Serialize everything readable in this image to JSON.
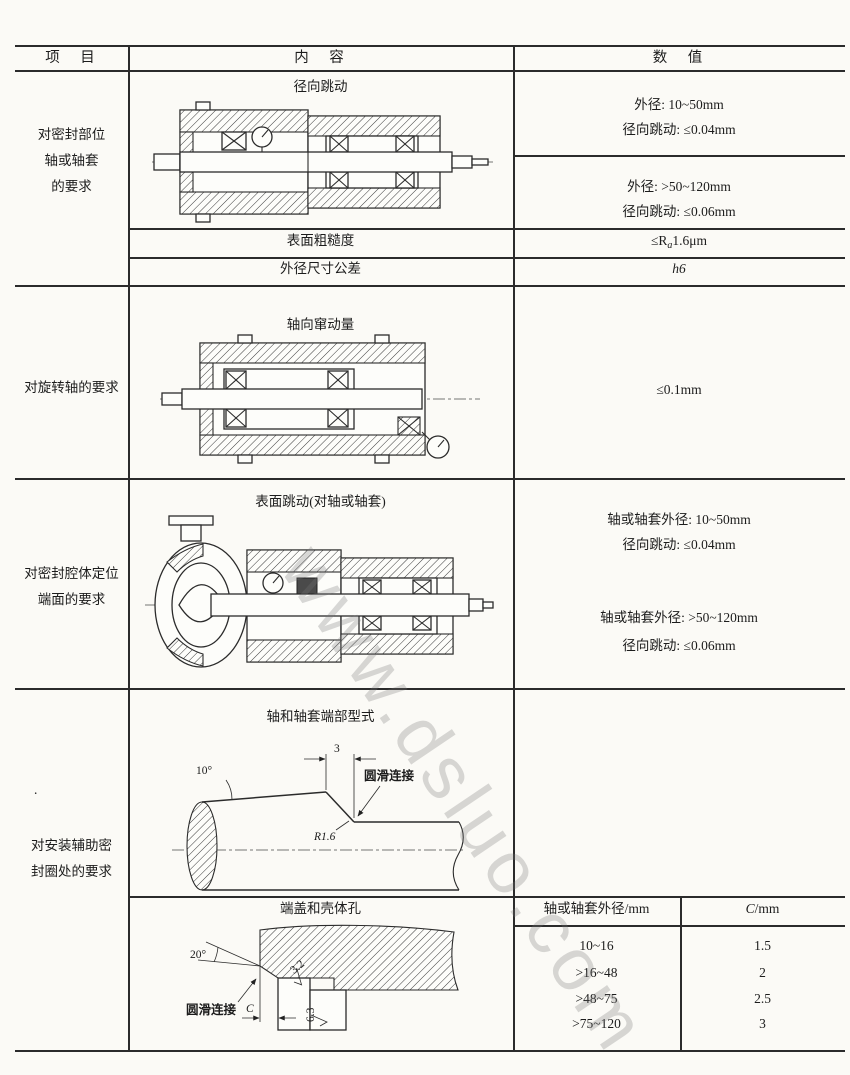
{
  "page": {
    "watermark": "www.dsluo.com"
  },
  "misc": {
    "dot": "."
  },
  "header": {
    "item": "项　目",
    "content": "内　容",
    "value": "数　值"
  },
  "row1": {
    "item_line1": "对密封部位",
    "item_line2": "轴或轴套",
    "item_line3": "的要求",
    "content_title": "径向跳动",
    "value1_line1": "外径: 10~50mm",
    "value1_line2": "径向跳动: ≤0.04mm",
    "value2_line1": "外径: >50~120mm",
    "value2_line2": "径向跳动: ≤0.06mm",
    "roughness_label": "表面粗糙度",
    "roughness_pre": "≤R",
    "roughness_sub": "a",
    "roughness_post": "1.6μm",
    "tolerance_label": "外径尺寸公差",
    "tolerance_value": "h6"
  },
  "row2": {
    "item": "对旋转轴的要求",
    "content_title": "轴向窜动量",
    "value": "≤0.1mm"
  },
  "row3": {
    "item_line1": "对密封腔体定位",
    "item_line2": "端面的要求",
    "content_title": "表面跳动(对轴或轴套)",
    "value1_line1": "轴或轴套外径: 10~50mm",
    "value1_line2": "径向跳动: ≤0.04mm",
    "value2_line1": "轴或轴套外径: >50~120mm",
    "value2_line2": "径向跳动: ≤0.06mm"
  },
  "row4": {
    "item_line1": "对安装辅助密",
    "item_line2": "封圈处的要求",
    "content_title1": "轴和轴套端部型式",
    "d1_angle": "10°",
    "d1_dim": "3",
    "d1_radius": "R1.6",
    "d1_note": "圆滑连接",
    "content_title2": "端盖和壳体孔",
    "d2_angle": "20°",
    "d2_finish1": "3.2",
    "d2_finish2": "6.3",
    "d2_dim": "C",
    "d2_note": "圆滑连接",
    "subtable": {
      "col1": "轴或轴套外径/mm",
      "col2_sym": "C",
      "col2_unit": "/mm",
      "r1_d": "10~16",
      "r1_c": "1.5",
      "r2_d": ">16~48",
      "r2_c": "2",
      "r3_d": ">48~75",
      "r3_c": "2.5",
      "r4_d": ">75~120",
      "r4_c": "3"
    }
  }
}
